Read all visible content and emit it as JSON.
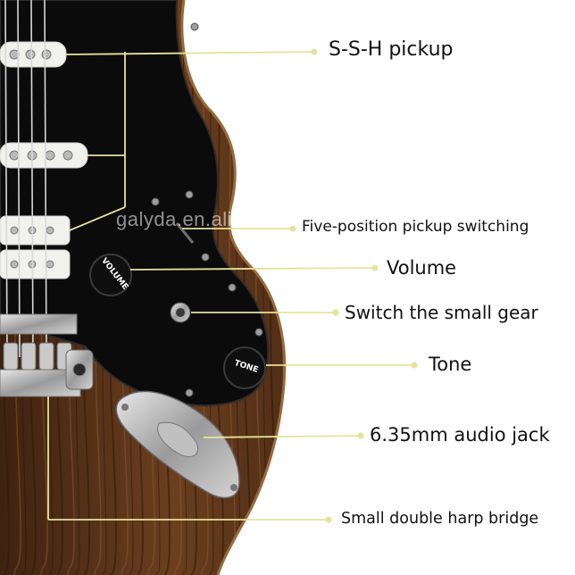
{
  "labels": {
    "pickup": "S-S-H pickup",
    "switching": "Five-position pickup switching",
    "volume": "Volume",
    "switch_gear": "Switch the small gear",
    "tone": "Tone",
    "audio_jack": "6.35mm audio jack",
    "bridge": "Small double harp bridge"
  },
  "knobs": {
    "volume": "VOLUME",
    "tone": "TONE"
  },
  "watermark": "galyda.en.alibaba.com",
  "colors": {
    "wood": "#5a3419",
    "pickguard": "#0b0b0b",
    "leader_line": "#e6e29a",
    "chrome": "#b9b9b9"
  }
}
